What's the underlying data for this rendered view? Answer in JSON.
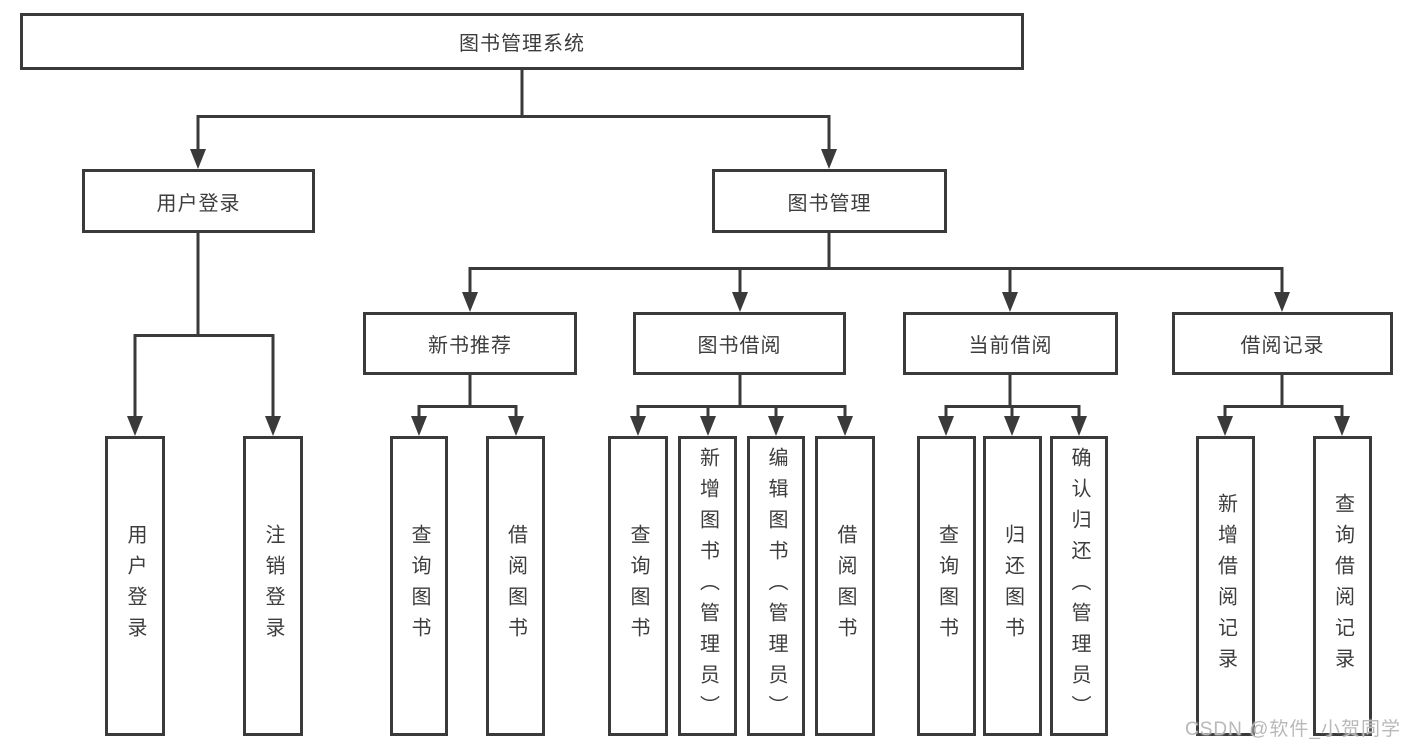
{
  "diagram": {
    "root": "图书管理系统",
    "branches": [
      {
        "label": "用户登录",
        "children": [
          "用户登录",
          "注销登录"
        ]
      },
      {
        "label": "图书管理",
        "sections": [
          {
            "label": "新书推荐",
            "children": [
              "查询图书",
              "借阅图书"
            ]
          },
          {
            "label": "图书借阅",
            "children": [
              "查询图书",
              "新增图书（管理员）",
              "编辑图书（管理员）",
              "借阅图书"
            ]
          },
          {
            "label": "当前借阅",
            "children": [
              "查询图书",
              "归还图书",
              "确认归还（管理员）"
            ]
          },
          {
            "label": "借阅记录",
            "children": [
              "新增借阅记录",
              "查询借阅记录"
            ]
          }
        ]
      }
    ],
    "line_color": "#3a3a3a"
  },
  "watermark": "CSDN @软件_小贺同学"
}
